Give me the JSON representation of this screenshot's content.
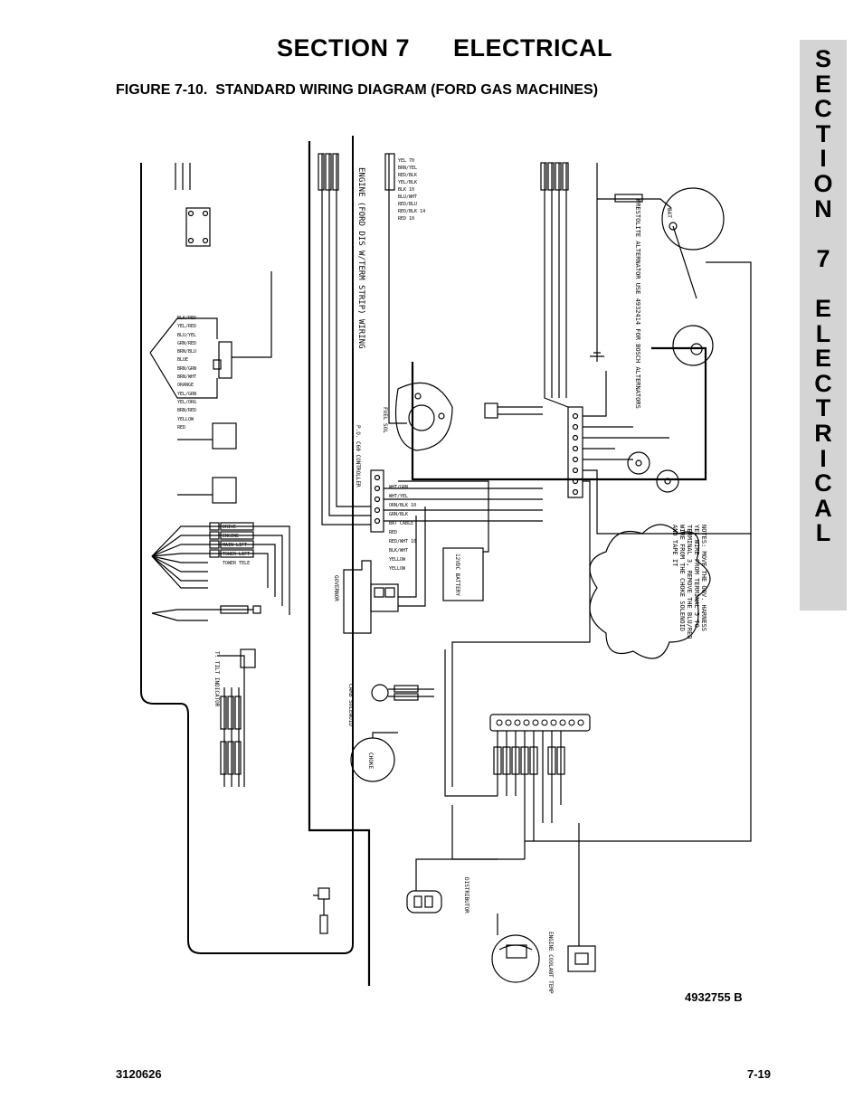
{
  "header": {
    "section_title": "SECTION 7      ELECTRICAL",
    "figure_title": "FIGURE 7-10.  STANDARD WIRING DIAGRAM (FORD GAS MACHINES)"
  },
  "side_tab": {
    "letters": [
      "S",
      "E",
      "C",
      "T",
      "I",
      "O",
      "N",
      "",
      "7",
      "",
      "E",
      "L",
      "E",
      "C",
      "T",
      "R",
      "I",
      "C",
      "A",
      "L"
    ]
  },
  "diagram": {
    "drawing_number": "4932755 B",
    "engine_label": "ENGINE (FORD DIS W/TERM STRIP) WIRING",
    "alternator_note": "PRESTOLITE ALTERNATOR USE 4932414 FOR BOSCH ALTERNATORS",
    "notes": "NOTES: MOVE THE GOV. HARNESS YEL WIRE FROM TERMINAL 5 TO TERMINAL 3, REMOVE THE BLU/RED WIRE FROM THE CHOKE SOLENOID AND TAPE IT",
    "controller_label": "P.O. C60 CONTROLLER",
    "battery_label": "12VDC BATTERY",
    "governor_label": "GOVERNOR",
    "choke_label": "CHOKE",
    "carb_label": "CARB SOLENOID",
    "bat_label": "BAT",
    "tachometer_label": "T. TILT INDICATOR",
    "fuel_label": "FUEL SOL",
    "distributor_label": "DISTRIBUTOR",
    "coolant_label": "ENGINE COOLANT TEMP",
    "wires_left": [
      "BLK/RED",
      "YEL/RED",
      "BLU/YEL",
      "GRN/RED",
      "BRN/BLU",
      "BLUE",
      "BRN/GRN",
      "BRN/WHT",
      "ORANGE",
      "YEL/GRN",
      "YEL/ORG",
      "BRN/RED",
      "YELLOW",
      "RED"
    ],
    "function_labels": [
      "DRIVE",
      "ENGINE",
      "MAIN LIFT",
      "TOWER LIFT",
      "TOWER TELE"
    ],
    "wires_center": [
      "WHT/GRN",
      "WHT/YEL",
      "ORN/BLK 10",
      "GRN/BLK",
      "BAT CABLE",
      "RED",
      "RED/WHT 10",
      "BLK/WHT",
      "YELLOW",
      "YELLOW"
    ],
    "wires_top": [
      "YEL 70",
      "BRN/YEL",
      "RED/BLK",
      "YEL/BLK",
      "BLK 10",
      "BLU/WHT",
      "RED/BLU",
      "RED/BLK 14",
      "RED 10"
    ]
  },
  "footer": {
    "doc_number": "3120626",
    "page_number": "7-19"
  }
}
